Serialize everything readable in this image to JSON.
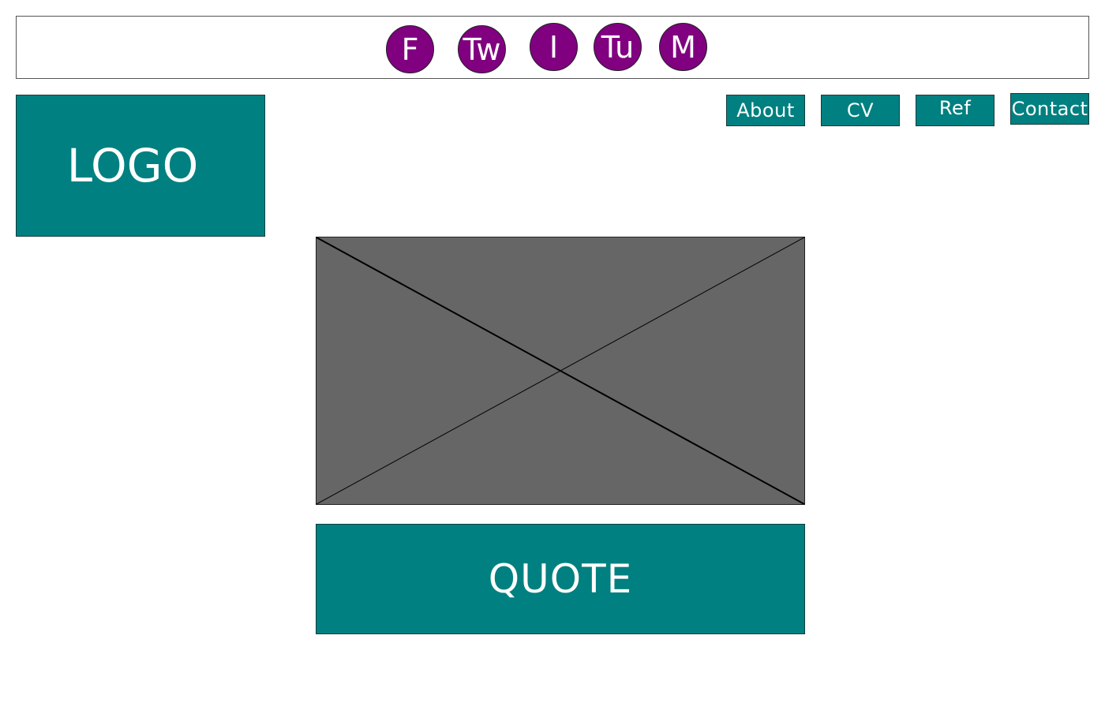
{
  "colors": {
    "accent": "#008080",
    "social": "#800080",
    "placeholder": "#666666"
  },
  "social": [
    {
      "label": "F",
      "icon": "facebook-icon"
    },
    {
      "label": "Tw",
      "icon": "twitter-icon"
    },
    {
      "label": "I",
      "icon": "instagram-icon"
    },
    {
      "label": "Tu",
      "icon": "tumblr-icon"
    },
    {
      "label": "M",
      "icon": "medium-icon"
    }
  ],
  "logo": {
    "label": "LOGO"
  },
  "nav": [
    {
      "label": "About"
    },
    {
      "label": "CV"
    },
    {
      "label": "Ref"
    },
    {
      "label": "Contact"
    }
  ],
  "hero": {
    "icon": "image-placeholder-icon"
  },
  "quote": {
    "label": "QUOTE"
  }
}
